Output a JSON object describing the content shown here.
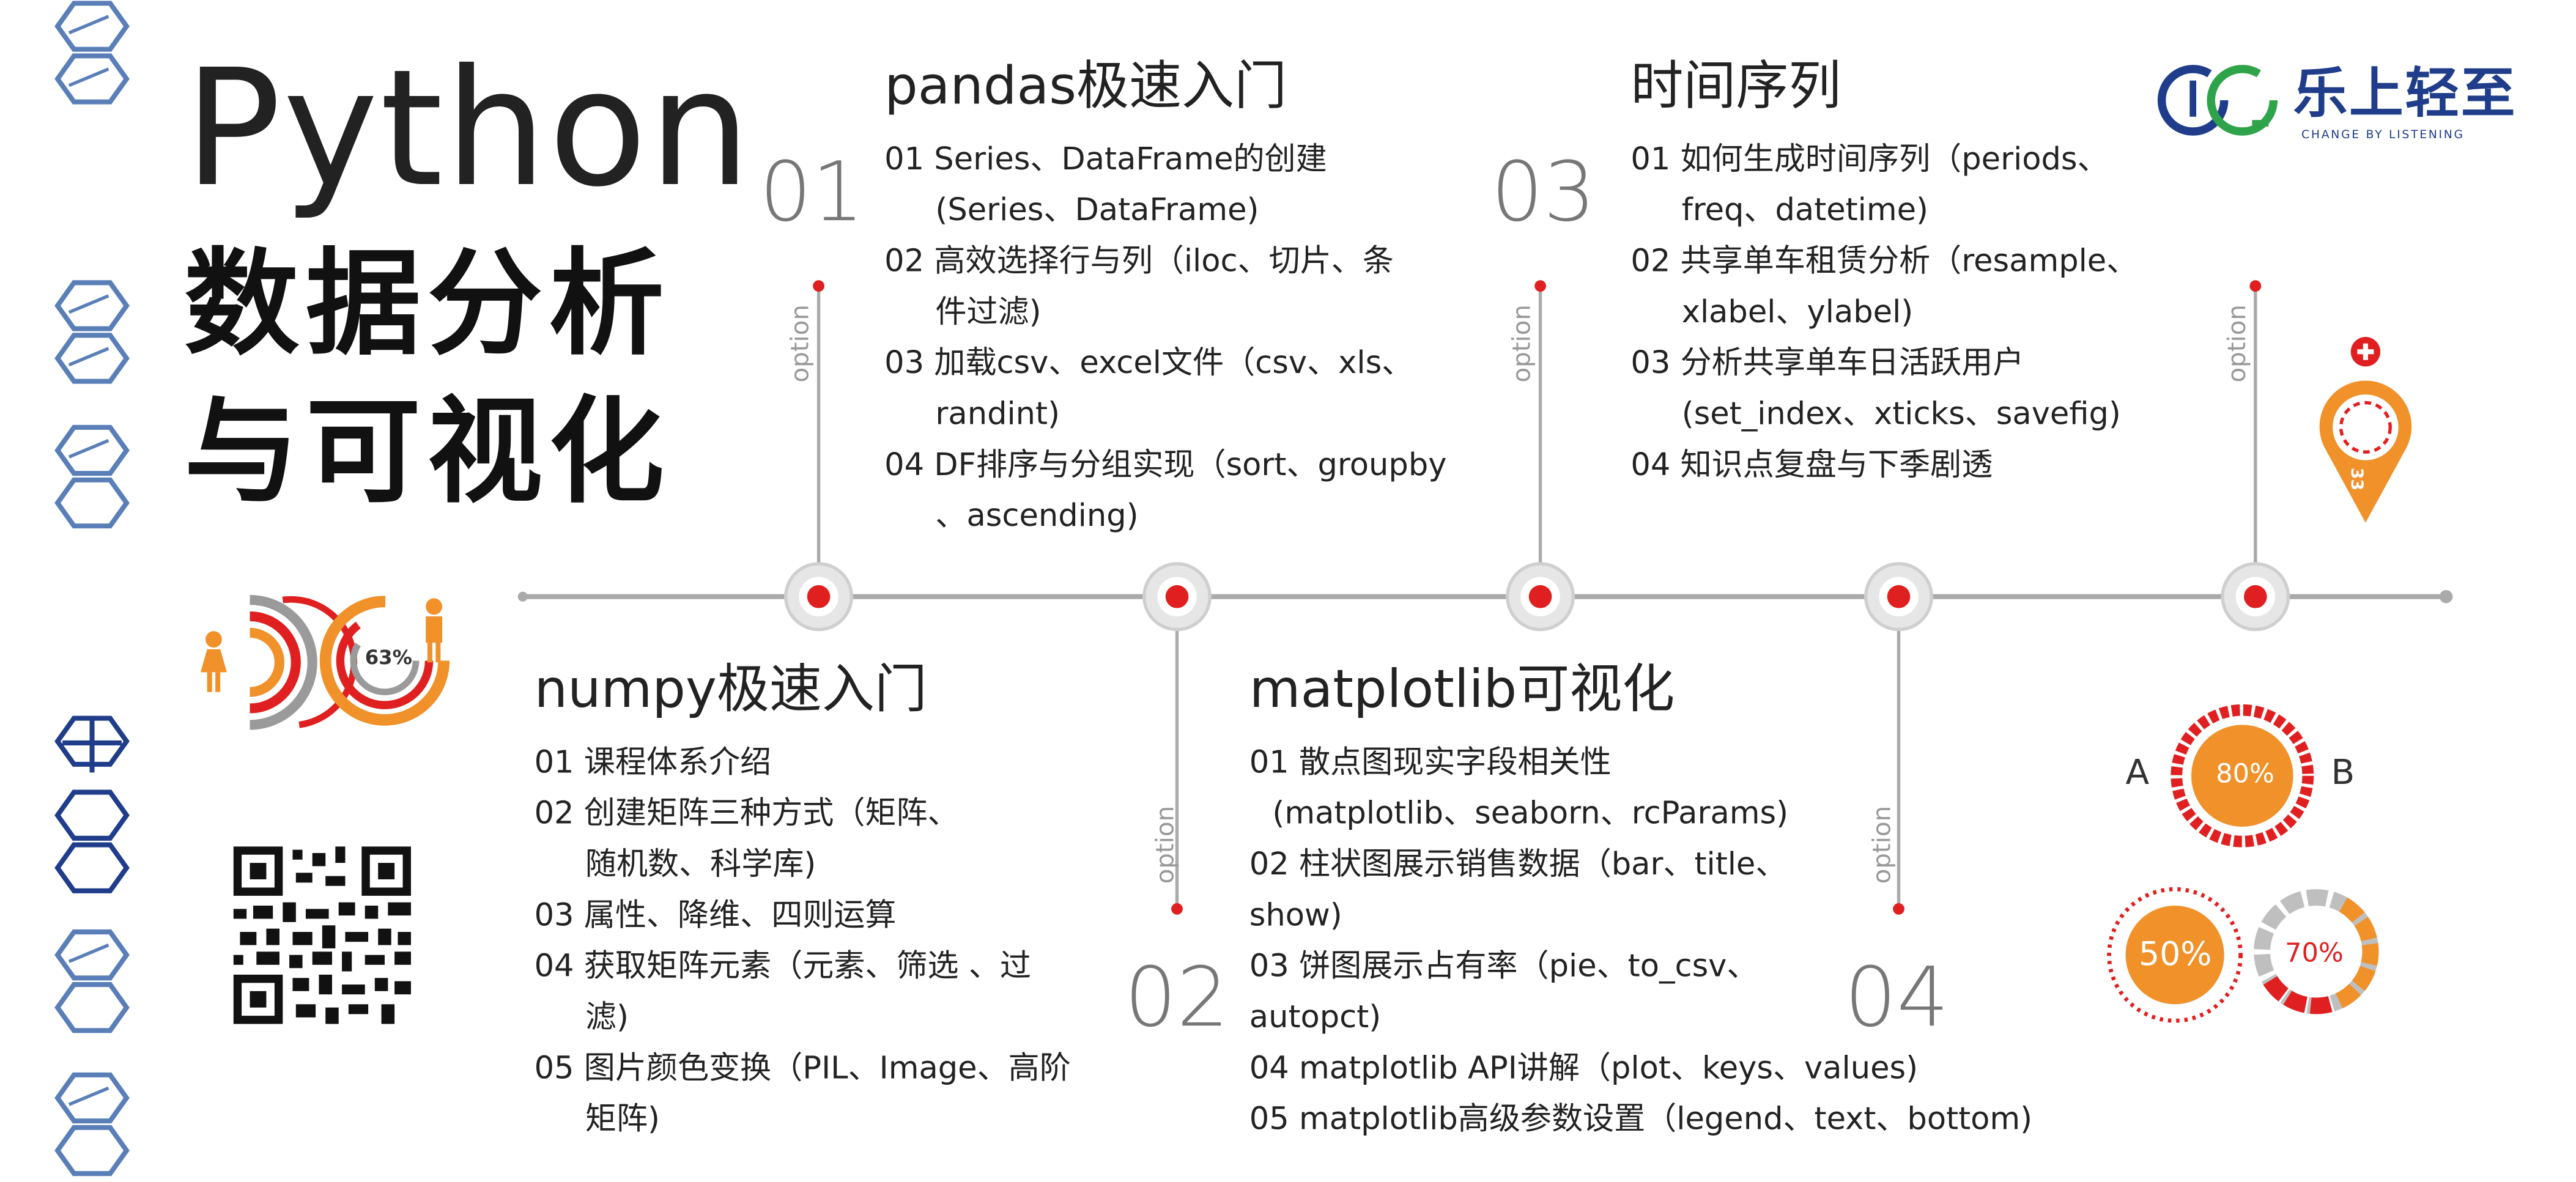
{
  "main_title": {
    "python": "Python",
    "line1": "数据分析",
    "line2": "与可视化"
  },
  "brand": {
    "name": "乐上轻至",
    "tagline": "CHANGE BY LISTENING"
  },
  "option_label": "option",
  "sections": [
    {
      "num": "01",
      "title": "pandas极速入门",
      "items": [
        [
          "01 Series、DataFrame的创建",
          "(Series、DataFrame)"
        ],
        [
          "02 高效选择行与列（iloc、切片、条",
          "件过滤)"
        ],
        [
          "03 加载csv、excel文件（csv、xls、",
          "randint)"
        ],
        [
          "04 DF排序与分组实现（sort、groupby",
          "、ascending)"
        ]
      ]
    },
    {
      "num": "02",
      "title": "numpy极速入门",
      "items": [
        [
          "01 课程体系介绍"
        ],
        [
          "02 创建矩阵三种方式（矩阵、",
          "随机数、科学库)"
        ],
        [
          "03 属性、降维、四则运算"
        ],
        [
          "04 获取矩阵元素（元素、筛选 、过",
          "滤)"
        ],
        [
          "05 图片颜色变换（PIL、Image、高阶",
          "矩阵)"
        ]
      ]
    },
    {
      "num": "03",
      "title": "时间序列",
      "items": [
        [
          "01 如何生成时间序列（periods、",
          "freq、datetime)"
        ],
        [
          "02 共享单车租赁分析（resample、",
          "xlabel、ylabel)"
        ],
        [
          "03 分析共享单车日活跃用户",
          "(set_index、xticks、savefig)"
        ],
        [
          "04 知识点复盘与下季剧透"
        ]
      ]
    },
    {
      "num": "04",
      "title": "matplotlib可视化",
      "items": [
        [
          "01 散点图现实字段相关性",
          "(matplotlib、seaborn、rcParams)"
        ],
        [
          "02 柱状图展示销售数据（bar、title、",
          "show)"
        ],
        [
          "03 饼图展示占有率（pie、to_csv、",
          "autopct)"
        ],
        [
          "04 matplotlib API讲解（plot、keys、values)"
        ],
        [
          "05 matplotlib高级参数设置（legend、text、bottom)"
        ]
      ]
    }
  ],
  "decor": {
    "rings_left_percent": "63%",
    "ring_a_label": "A",
    "ring_b_label": "B",
    "ring_ab_percent": "80%",
    "ring_50": "50%",
    "ring_70": "70%",
    "pin_number": "33"
  },
  "colors": {
    "red": "#e02020",
    "orange": "#f0912a",
    "gray": "#9a9a9a",
    "navy": "#1f3d8a",
    "hex_blue": "#5a7fb8"
  }
}
